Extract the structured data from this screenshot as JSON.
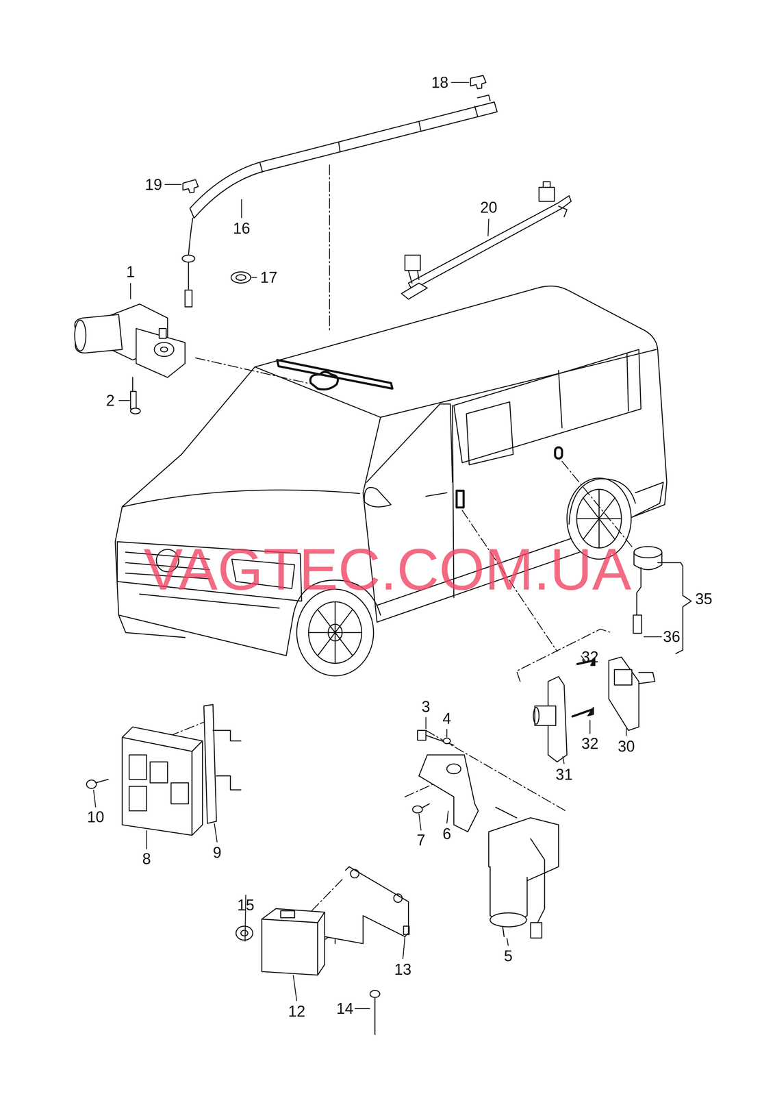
{
  "diagram": {
    "labels": [
      "18",
      "19",
      "16",
      "20",
      "1",
      "17",
      "2",
      "VAGTEC.COM.UA",
      "35",
      "36",
      "32",
      "3",
      "4",
      "32",
      "30",
      "31",
      "10",
      "8",
      "9",
      "7",
      "6",
      "15",
      "5",
      "13",
      "12",
      "14"
    ]
  }
}
